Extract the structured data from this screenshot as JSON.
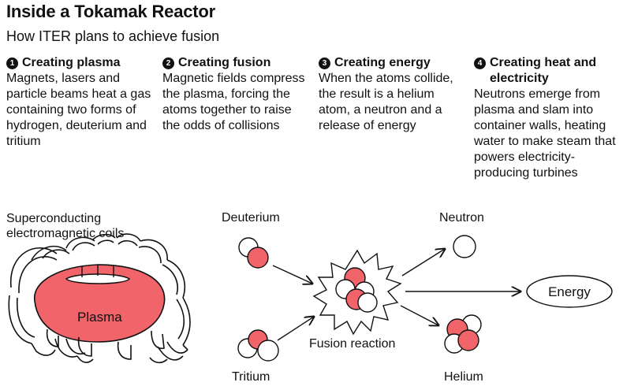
{
  "title": "Inside a Tokamak Reactor",
  "subtitle": "How ITER plans to achieve fusion",
  "steps": [
    {
      "num": "1",
      "heading": "Creating plasma",
      "text": "Magnets, lasers and particle beams heat a gas containing two forms of hydrogen, deuterium and tritium"
    },
    {
      "num": "2",
      "heading": "Creating fusion",
      "text": "Magnetic fields compress the plasma, forcing the atoms together to raise the odds of collisions"
    },
    {
      "num": "3",
      "heading": "Creating energy",
      "text": "When the atoms collide, the result is a helium atom, a neutron and a release of energy"
    },
    {
      "num": "4",
      "heading": "Creating heat and electricity",
      "text": "Neutrons emerge from plasma and slam into container walls, heating water to make steam that powers electricity-producing turbines"
    }
  ],
  "diagram": {
    "coils_label": "Superconducting electromagnetic coils",
    "plasma_label": "Plasma",
    "deuterium_label": "Deuterium",
    "tritium_label": "Tritium",
    "fusion_label": "Fusion reaction",
    "neutron_label": "Neutron",
    "helium_label": "Helium",
    "energy_label": "Energy"
  },
  "colors": {
    "accent": "#f0646a",
    "ink": "#111111",
    "background": "#ffffff"
  }
}
